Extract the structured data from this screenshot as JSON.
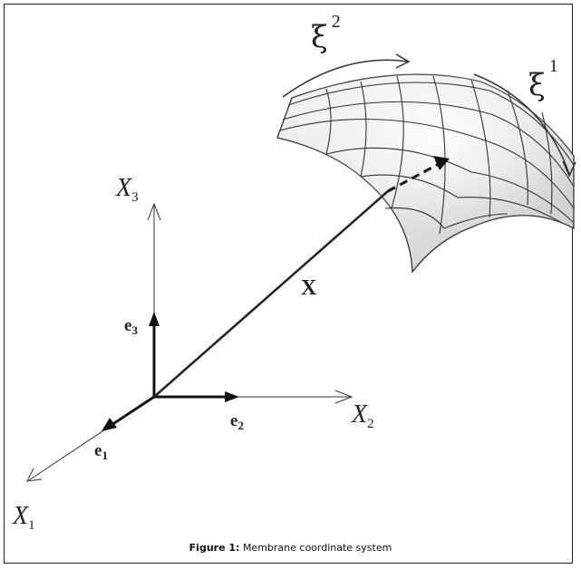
{
  "figure": {
    "caption_label": "Figure 1:",
    "caption_text": "Membrane coordinate system"
  },
  "axes": {
    "x1": {
      "letter": "X",
      "sub": "1"
    },
    "x2": {
      "letter": "X",
      "sub": "2"
    },
    "x3": {
      "letter": "X",
      "sub": "3"
    }
  },
  "basis": {
    "e1": {
      "letter": "e",
      "sub": "1"
    },
    "e2": {
      "letter": "e",
      "sub": "2"
    },
    "e3": {
      "letter": "e",
      "sub": "3"
    }
  },
  "position_vector": {
    "label": "X"
  },
  "surface_coords": {
    "xi1": {
      "symbol": "ξ",
      "sup": "1"
    },
    "xi2": {
      "symbol": "ξ",
      "sup": "2"
    }
  }
}
